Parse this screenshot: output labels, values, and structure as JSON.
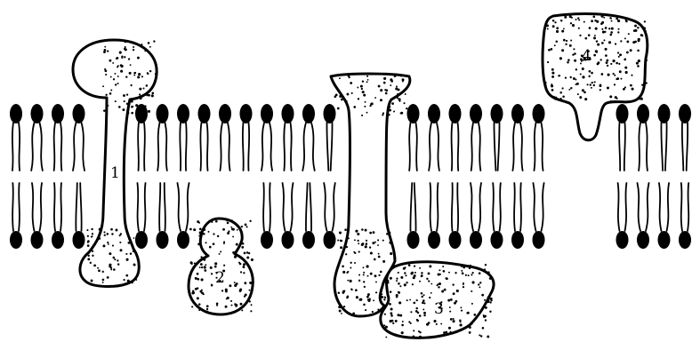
{
  "labels": {
    "protein_1": "1",
    "protein_2": "2",
    "protein_3": "3",
    "protein_4": "4"
  },
  "colors": {
    "ink": "#000000",
    "background": "#ffffff"
  }
}
